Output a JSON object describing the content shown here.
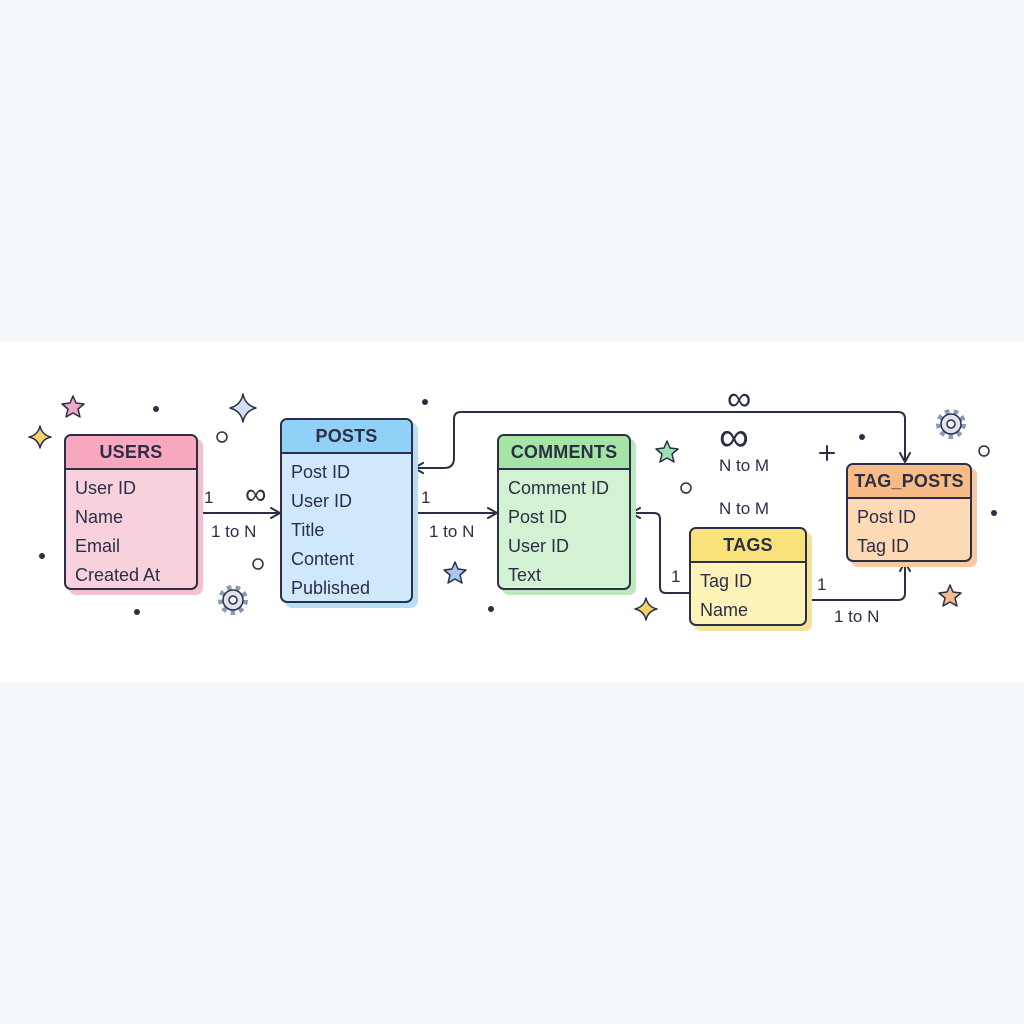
{
  "entities": [
    {
      "name": "USERS",
      "fields": [
        "User ID",
        "Name",
        "Email",
        "Created At"
      ],
      "fill": "#f9d1dc",
      "header_fill": "#f7a8bf",
      "shadow": "#f4c0cc"
    },
    {
      "name": "POSTS",
      "fields": [
        "Post ID",
        "User ID",
        "Title",
        "Content",
        "Published"
      ],
      "fill": "#cfe9fb",
      "header_fill": "#92d1f7",
      "shadow": "#b9ddf5"
    },
    {
      "name": "COMMENTS",
      "fields": [
        "Comment ID",
        "Post ID",
        "User ID",
        "Text"
      ],
      "fill": "#d3f2d3",
      "header_fill": "#a5e4a5",
      "shadow": "#bce8bc"
    },
    {
      "name": "TAGS",
      "fields": [
        "Tag ID",
        "Name"
      ],
      "fill": "#fdf2b8",
      "header_fill": "#f9e27a",
      "shadow": "#f3e39a"
    },
    {
      "name": "TAG_POSTS",
      "fields": [
        "Post ID",
        "Tag ID"
      ],
      "fill": "#fdd9b5",
      "header_fill": "#f9bb86",
      "shadow": "#f6c9a0"
    }
  ],
  "labels": {
    "users_posts_one": "1",
    "users_posts_many": "∞",
    "users_posts_card": "1 to N",
    "posts_comments_one": "1",
    "posts_comments_card": "1 to N",
    "top_infinity_a": "∞",
    "top_infinity_b": "∞",
    "top_card_a": "N to M",
    "top_card_b": "N to M",
    "tags_comments_one": "1",
    "tags_tagposts_one": "1",
    "tags_tagposts_card": "1 to N"
  },
  "colors": {
    "line": "#2a2f45",
    "star_pink": "#f2a7c3",
    "star_blue": "#a9c6f0",
    "star_green": "#9ee0b6",
    "star_orange": "#f5b98b",
    "sparkle_yellow": "#f3d36b",
    "gear": "#b8bfd3",
    "dot": "#2a2f45"
  },
  "decorations": {
    "star_icon": "star-icon",
    "sparkle_icon": "sparkle-icon",
    "gear_icon": "gear-icon"
  }
}
